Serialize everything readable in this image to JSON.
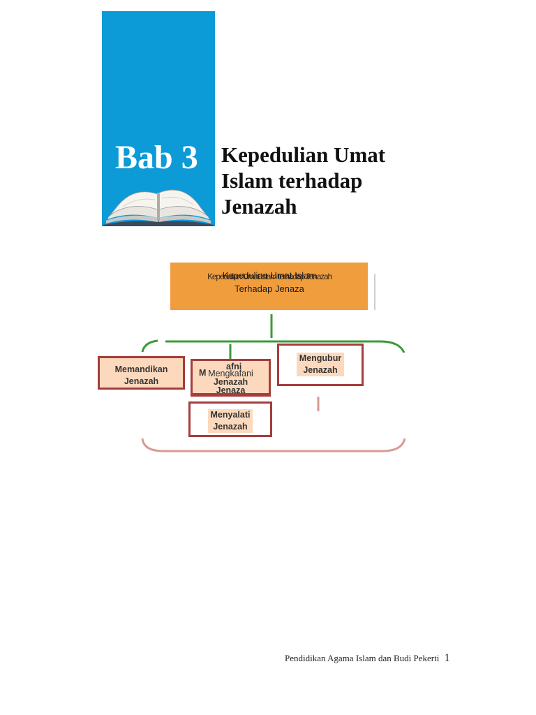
{
  "chapter": {
    "label": "Bab 3",
    "title_lines": [
      "Kepedulian Umat",
      "Islam terhadap",
      "Jenazah"
    ]
  },
  "diagram": {
    "root": {
      "line1": "Kepedulian Umat Islam",
      "line1_overlap": "Kepedulian Umat Islam terhadap Jenazah",
      "line2": "Terhadap Jenaza"
    },
    "nodes": [
      {
        "lines": [
          "Memandikan",
          "Jenazah"
        ]
      },
      {
        "lines": [
          "Mengkafani",
          "Jenazah"
        ],
        "overlap_fragments": [
          "M",
          "afni",
          "Jenaza"
        ]
      },
      {
        "lines": [
          "Mengubur",
          "Jenazah"
        ]
      },
      {
        "lines": [
          "Menyalati",
          "Jenazah"
        ]
      }
    ],
    "colors": {
      "root_fill": "#f09d3e",
      "node_border": "#a63c3c",
      "node_fill": "#fcd9bd",
      "connector_green": "#3a9a3a",
      "bracket_pink": "#d89a92"
    }
  },
  "footer": {
    "text": "Pendidikan Agama Islam dan Budi Pekerti",
    "page_number": "1"
  }
}
